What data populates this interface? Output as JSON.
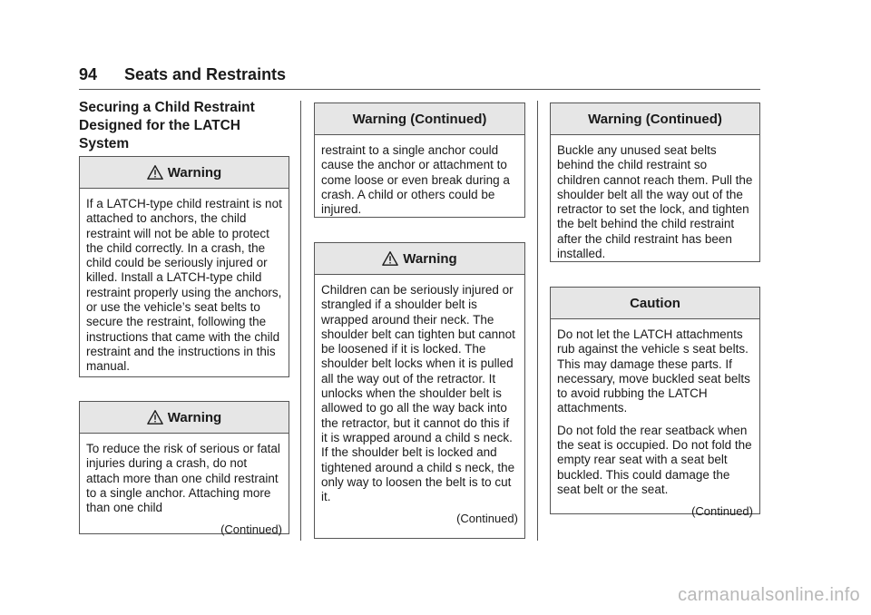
{
  "header": {
    "page_number": "94",
    "section_title": "Seats and Restraints"
  },
  "column1": {
    "heading": "Securing a Child Restraint Designed for the LATCH System",
    "warning1": {
      "title": "Warning",
      "icon": "warning-triangle-icon",
      "text": "If a LATCH-type child restraint is not attached to anchors, the child restraint will not be able to protect the child correctly. In a crash, the child could be seriously injured or killed. Install a LATCH-type child restraint properly using the anchors, or use the vehicle’s seat belts to secure the restraint, following the instructions that came with the child restraint and the instructions in this manual."
    },
    "warning2": {
      "title": "Warning",
      "icon": "warning-triangle-icon",
      "text": "To reduce the risk of serious or fatal injuries during a crash, do not attach more than one child restraint to a single anchor. Attaching more than one child",
      "continued": "(Continued)"
    }
  },
  "column2": {
    "warning_continued": {
      "title": "Warning  (Continued)",
      "text": "restraint to a single anchor could cause the anchor or attachment to come loose or even break during a crash. A child or others could be injured."
    },
    "warning3": {
      "title": "Warning",
      "icon": "warning-triangle-icon",
      "text": "Children can be seriously injured or strangled if a shoulder belt is wrapped around their neck. The shoulder belt can tighten but cannot be loosened if it is locked. The shoulder belt locks when it is pulled all the way out of the retractor. It unlocks when the shoulder belt is allowed to go all the way back into the retractor, but it cannot do this if it is wrapped around a child s neck. If the shoulder belt is locked and tightened around a child s neck, the only way to loosen the belt is to cut it.",
      "continued": "(Continued)"
    }
  },
  "column3": {
    "warning_continued": {
      "title": "Warning  (Continued)",
      "text": "Buckle any unused seat belts behind the child restraint so children cannot reach them. Pull the shoulder belt all the way out of the retractor to set the lock, and tighten the belt behind the child restraint after the child restraint has been installed."
    },
    "caution": {
      "title": "Caution",
      "paragraphs": [
        "Do not let the LATCH attachments rub against the vehicle s seat belts. This may damage these parts. If necessary, move buckled seat belts to avoid rubbing the LATCH attachments.",
        "Do not fold the rear seatback when the seat is occupied. Do not fold the empty rear seat with a seat belt buckled. This could damage the seat belt or the seat."
      ],
      "continued": "(Continued)"
    }
  },
  "watermark": "carmanualsonline.info"
}
